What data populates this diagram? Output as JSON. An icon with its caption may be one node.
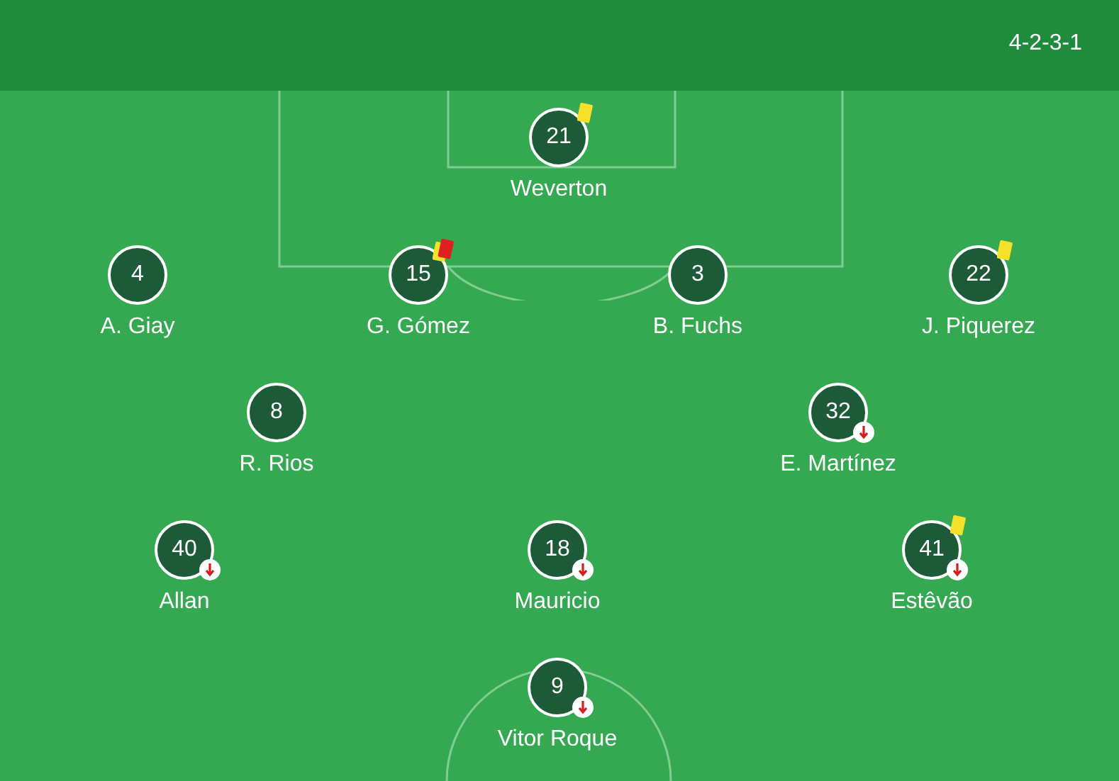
{
  "diagram": {
    "nodes": [
      {
        "text": [
          "21"
        ],
        "beside": [
          "Weverton"
        ]
      },
      {
        "text": [
          "4"
        ],
        "beside": [
          "A. Giay"
        ]
      },
      {
        "text": [
          "15"
        ],
        "beside": [
          "G. Gómez"
        ]
      },
      {
        "text": [
          "3"
        ],
        "beside": [
          "B. Fuchs"
        ]
      },
      {
        "text": [
          "22"
        ],
        "beside": [
          "J. Piquerez"
        ]
      },
      {
        "text": [
          "8"
        ],
        "beside": [
          "R. Rios"
        ]
      },
      {
        "text": [
          "32"
        ],
        "beside": [
          "E. Martínez"
        ]
      },
      {
        "text": [
          "40"
        ],
        "beside": [
          "Allan"
        ]
      },
      {
        "text": [
          "18"
        ],
        "beside": [
          "Mauricio"
        ]
      },
      {
        "text": [
          "41"
        ],
        "beside": [
          "Estêvão"
        ]
      },
      {
        "text": [
          "9"
        ],
        "beside": [
          "Vitor Roque"
        ]
      }
    ],
    "labels": [
      "4-2-3-1"
    ]
  }
}
